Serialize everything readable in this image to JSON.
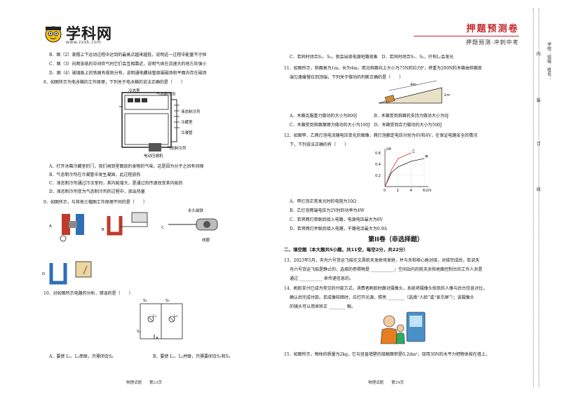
{
  "header": {
    "logo_text": "学科网",
    "logo_url": "www.zxxk.com",
    "brand_title": "押题预测卷",
    "brand_sub": "押题预测·冲刺中考"
  },
  "left": {
    "lines": [
      "B．图（2）滚摆上下运动过程中达到的最高点越来越低，说明这一过程中能量不守恒",
      "C．图（3）向两张纸的中间吹气时它们会互相靠近，说明气体在流速大的地方压强小",
      "D．图（4）玻璃板上的铁屑有规则分布，说明通电螺线管周围磁场和平面内存在磁场",
      "8．如图所示为电冰箱的工作原理，下列关于电冰箱的说法正确的是（　　）"
    ],
    "q8_labels": {
      "freezer": "冷冻室",
      "gas_refrigerant_top": "气态制冷剂",
      "liquid_refrigerant": "液态制冷剂",
      "cooling_compartment": "冷藏室",
      "condenser": "冷凝管",
      "gas_refrigerant_bottom": "气态制冷剂",
      "compressor": "电动压缩机"
    },
    "q8_options": [
      "A．打开冰箱冷藏室的门，我们闻到里面放的食物的气味，这是因为分子之间有间隙",
      "B．气态制冷剂在冷凝管中发生凝固，此过程放热",
      "C．液态制冷剂通过冷冻室时，其内能增大，是通过热传递改变其内能的",
      "D．液态制冷剂变为气态制冷剂的过程中，放出热量"
    ],
    "q9": "9．如图所示，与其他三幅图工作原理不同的是（　　）",
    "q9_fig_labels": [
      "A",
      "B",
      "C",
      "D"
    ],
    "q9_c_caption": "永久磁铁",
    "q9_c_caption2": "线圈",
    "q10": "10．对如图所示电路的分析，错误的是（　　）",
    "q10_labels": [
      "S₂",
      "S₃",
      "L₁",
      "L₂",
      "S₁"
    ],
    "q10_option_a": "A．要使 L₁、L₂串联，只需闭合S₂",
    "q10_option_b": "B．要使 L₁、L₂并联，只需要闭合S₁和S₃",
    "footer": "物理试题　　第23页"
  },
  "right": {
    "lines_top": [
      "C．若同时闭合S₁、S₃，就会出现电源短路现象　D．若同时闭合S₁、S₂，只有L₁会发光"
    ],
    "q11": [
      "11．如图所示，斜面高为1m，长为4m，用沿斜面向上大小为75N的拉力F，将重为200N的木箱由斜面底",
      "端匀速缓慢拉到顶端，下列关于做功的判断正确的是（　　）"
    ],
    "q11_fig": {
      "length": "4m",
      "height": "1m"
    },
    "q11_options": [
      "A．木箱克服重力做功的大小为800J　　　　B．木箱受到斜面的支持力做功大小为0J",
      "C．木箱受到斜面摩擦力做功的大小为100J　D．木箱受到合力做功的大小为500J"
    ],
    "q12": [
      "12．如图甲，乙两灯泡电流随电压变化的图像，两灯泡额定电压分别为6V和4V，在保证电路安全的情况",
      "下，下列说法正确的有（　　）"
    ],
    "q12_options": [
      "A．甲灯泡正常发光时的电阻为10Ω",
      "B．乙灯泡两端电压为2V时的功率为4W",
      "C．若将两灯串联后接入电路，电源电压最大为6V",
      "D．若将两灯并联后接入电路，干路电流最大为0.9A"
    ],
    "part2_title": "第II卷（非选择题）",
    "part2_sub": "二、填空题（本大题共5小题，共11空，每空2分，共22分）",
    "q13": [
      "13．2023年5月，天舟六号货运飞船在文昌航天发射场发射，并与天和核心舱对接，对接完成后，若说天",
      "舟六号货运飞船是静止的，选择的参照物是 ___________；空间站内的航天员和地面控制台的工作人员是",
      "通过 ___________ 来传递信息的。"
    ],
    "q14": [
      "14．刷脸支付已成为常见的付款方式，消费者刷脸时面对摄像头，系统将摄像头拍到的人像与后台信息对比，",
      "确认后完成付款。若成像较暗时，应打开光源，照亮 ________（选填“人脸”或“显示屏”）；该摄像头",
      "的镜头可以用来矫正 ________ 眼。"
    ],
    "q15": "15．如图所示，物体的质量为2kg，它与竖直墙壁的接触面积是0.2dm²，现用30N的水平力把物体按在墙上，",
    "footer": "物理试题　　第24页"
  },
  "chart_data": {
    "type": "line",
    "xlabel": "U/V",
    "ylabel": "I/A",
    "x_ticks": [
      0,
      2,
      4,
      6
    ],
    "y_ticks": [
      0.2,
      0.4,
      0.6
    ],
    "xlim": [
      0,
      6
    ],
    "ylim": [
      0,
      0.6
    ],
    "series": [
      {
        "name": "甲",
        "x": [
          0,
          1,
          2,
          4,
          6
        ],
        "y": [
          0,
          0.25,
          0.35,
          0.45,
          0.5
        ]
      },
      {
        "name": "乙",
        "x": [
          0,
          1,
          2,
          3,
          4
        ],
        "y": [
          0,
          0.3,
          0.5,
          0.55,
          0.6
        ]
      }
    ]
  },
  "side": {
    "text1": "学校：班级：姓名：",
    "marks": [
      "内",
      "装",
      "订",
      "线"
    ]
  }
}
